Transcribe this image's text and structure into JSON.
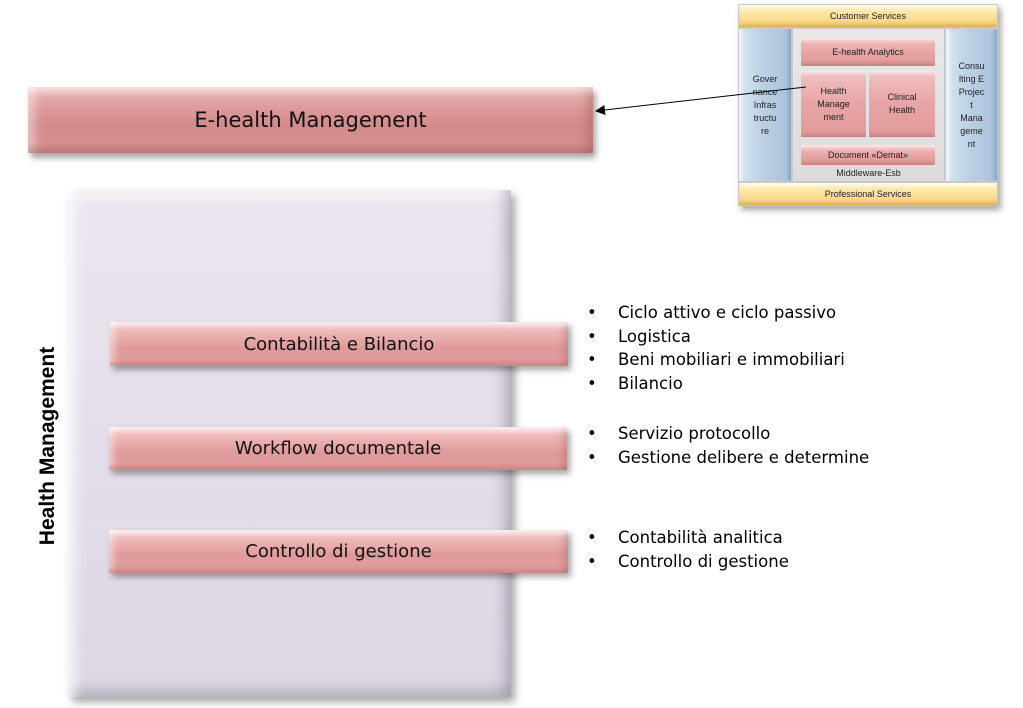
{
  "main_bar": {
    "label": "E-health Management"
  },
  "side_title": "Health Management",
  "sections": [
    {
      "label": "Contabilità e Bilancio",
      "bullets": [
        "Ciclo attivo e ciclo passivo",
        "Logistica",
        "Beni mobiliari e immobiliari",
        "Bilancio"
      ]
    },
    {
      "label": "Workflow documentale",
      "bullets": [
        "Servizio protocollo",
        "Gestione delibere e determine"
      ]
    },
    {
      "label": "Controllo di gestione",
      "bullets": [
        "Contabilità analitica",
        "Controllo di gestione"
      ]
    }
  ],
  "thumbnail": {
    "customer_services": "Customer Services",
    "professional_services": "Professional Services",
    "ehealth_analytics": "E-health Analytics",
    "governance": [
      "Gover",
      "nance",
      "Infras",
      "tructu",
      "re"
    ],
    "consulting": [
      "Consu",
      "lting E",
      "Projec",
      "t",
      "Mana",
      "geme",
      "nt"
    ],
    "health_management": [
      "Health",
      "Manage",
      "ment"
    ],
    "clinical_health": [
      "Clinical",
      "Health"
    ],
    "document_demat": "Document «Demat»",
    "middleware": "Middleware-Esb"
  },
  "colors": {
    "bar_pink": "#e4a3a3",
    "panel_lavender": "#e2dce8",
    "thumb_yellow": "#fde19a",
    "thumb_blue": "#b9cfe4"
  }
}
